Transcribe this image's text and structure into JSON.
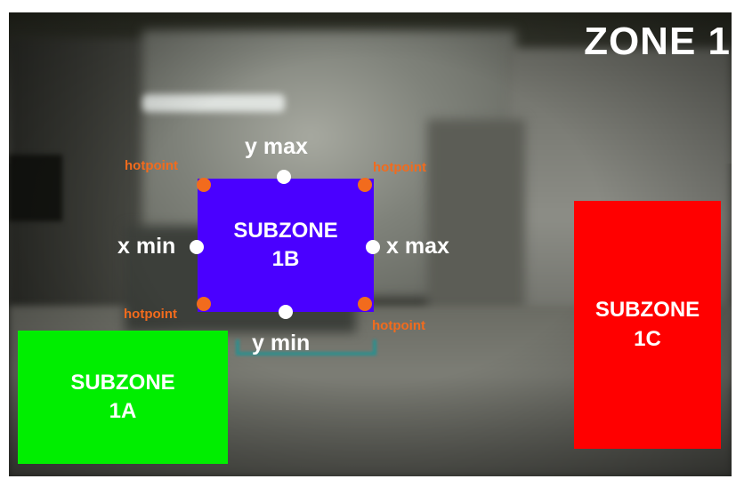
{
  "zone": {
    "title": "ZONE 1"
  },
  "subzones": [
    {
      "id": "1a",
      "line1": "SUBZONE",
      "line2": "1A",
      "color": "#00ee00"
    },
    {
      "id": "1b",
      "line1": "SUBZONE",
      "line2": "1B",
      "color": "#4a00ff"
    },
    {
      "id": "1c",
      "line1": "SUBZONE",
      "line2": "1C",
      "color": "#ff0000"
    }
  ],
  "bounds": {
    "y_max": "y max",
    "y_min": "y min",
    "x_min": "x min",
    "x_max": "x max"
  },
  "hotpoint_label": "hotpoint",
  "colors": {
    "boundary_marker": "#ffffff",
    "hotpoint_marker": "#f26b1d"
  }
}
